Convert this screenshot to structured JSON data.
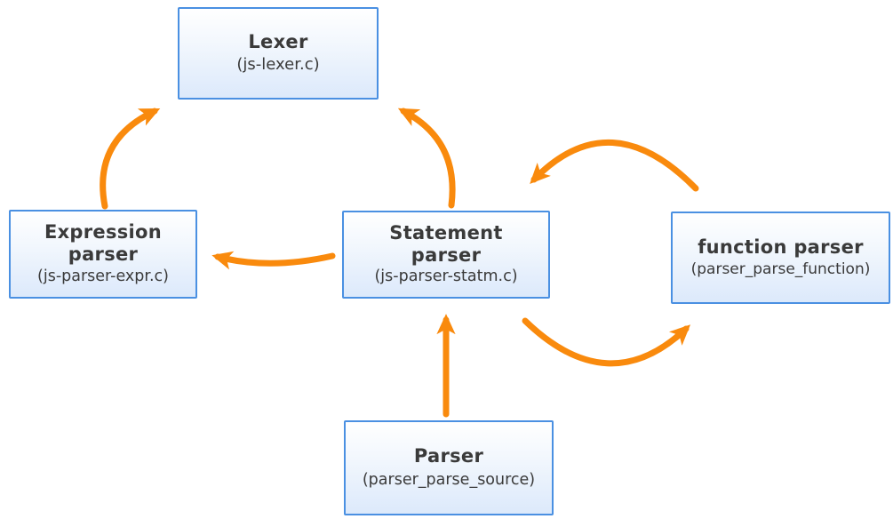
{
  "diagram": {
    "nodes": {
      "lexer": {
        "title": "Lexer",
        "subtitle": "(js-lexer.c)"
      },
      "expression_parser": {
        "title": "Expression\nparser",
        "subtitle": "(js-parser-expr.c)"
      },
      "statement_parser": {
        "title": "Statement\nparser",
        "subtitle": "(js-parser-statm.c)"
      },
      "function_parser": {
        "title": "function parser",
        "subtitle": "(parser_parse_function)"
      },
      "parser": {
        "title": "Parser",
        "subtitle": "(parser_parse_source)"
      }
    },
    "edges": [
      {
        "from": "expression_parser",
        "to": "lexer"
      },
      {
        "from": "statement_parser",
        "to": "lexer"
      },
      {
        "from": "statement_parser",
        "to": "expression_parser"
      },
      {
        "from": "function_parser",
        "to": "statement_parser"
      },
      {
        "from": "statement_parser",
        "to": "function_parser"
      },
      {
        "from": "parser",
        "to": "statement_parser"
      }
    ],
    "colors": {
      "arrow": "#F98A0D",
      "node_border": "#4A90E2",
      "node_fill_top": "#FFFFFF",
      "node_fill_bottom": "#DCE9FB",
      "text": "#3A3A3A"
    }
  }
}
